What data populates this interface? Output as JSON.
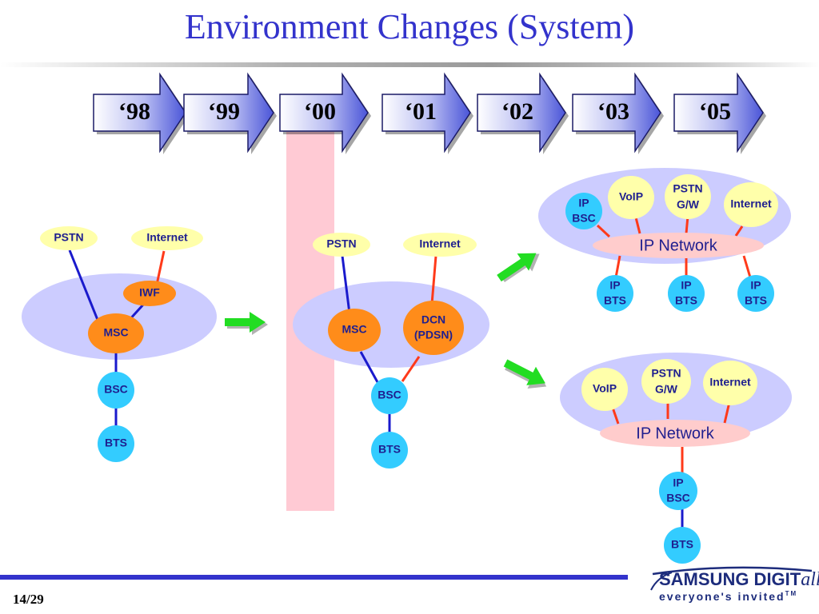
{
  "title": "Environment Changes (System)",
  "timeline": [
    "‘98",
    "‘99",
    "‘00",
    "‘01",
    "‘02",
    "‘03",
    "‘05"
  ],
  "diagram1": {
    "pstn": "PSTN",
    "internet": "Internet",
    "iwf": "IWF",
    "msc": "MSC",
    "bsc": "BSC",
    "bts": "BTS"
  },
  "diagram2": {
    "pstn": "PSTN",
    "internet": "Internet",
    "msc": "MSC",
    "dcn_line1": "DCN",
    "dcn_line2": "(PDSN)",
    "bsc": "BSC",
    "bts": "BTS"
  },
  "diagram3": {
    "ip_bsc_line1": "IP",
    "ip_bsc_line2": "BSC",
    "voip": "VoIP",
    "pstn_gw_line1": "PSTN",
    "pstn_gw_line2": "G/W",
    "internet": "Internet",
    "ip_network": "IP Network",
    "ip_bts_line1": "IP",
    "ip_bts_line2": "BTS"
  },
  "diagram4": {
    "voip": "VoIP",
    "pstn_gw_line1": "PSTN",
    "pstn_gw_line2": "G/W",
    "internet": "Internet",
    "ip_network": "IP Network",
    "ip_bsc_line1": "IP",
    "ip_bsc_line2": "BSC",
    "bts": "BTS"
  },
  "footer": {
    "page": "14/29",
    "logo_main": "SAMSUNG DIGIT",
    "logo_all": "all",
    "logo_sub": "everyone's invited",
    "logo_tm": "TM"
  },
  "colors": {
    "title": "#3333cc",
    "ellipse": "#ccccff",
    "node_yellow": "#ffffaa",
    "node_orange": "#ff8c1a",
    "node_cyan": "#33ccff",
    "ip_network": "#ffcccc",
    "highlight_band": "#ffcad4",
    "line_blue": "#1a1acc",
    "line_red": "#ff3a1a",
    "arrow_green": "#22dd22"
  }
}
